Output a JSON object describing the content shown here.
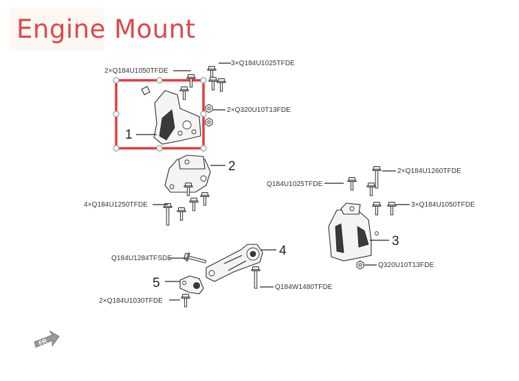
{
  "title": "Engine Mount",
  "colors": {
    "title": "#e04848",
    "selection": "#e03c3c",
    "line": "#222222"
  },
  "callouts": {
    "c1": "2×Q184U1050TFDE",
    "c2": "3×Q184U1025TFDE",
    "c3": "2×Q320U10T13FDE",
    "c4": "Q184U1025TFDE",
    "c5": "2×Q184U1260TFDE",
    "c6": "4×Q184U1250TFDE",
    "c7": "3×Q184U1050TFDE",
    "c8": "Q320U10T13FDE",
    "c9": "Q184U1284TFSDE",
    "c10": "Q184W1480TFDE",
    "c11": "2×Q184U1030TFDE"
  },
  "part_numbers": {
    "p1": "1",
    "p2": "2",
    "p3": "3",
    "p4": "4",
    "p5": "5"
  },
  "badge": "FR",
  "icons": {
    "direction": "fr-arrow-icon",
    "fastener": "bolt-icon"
  }
}
